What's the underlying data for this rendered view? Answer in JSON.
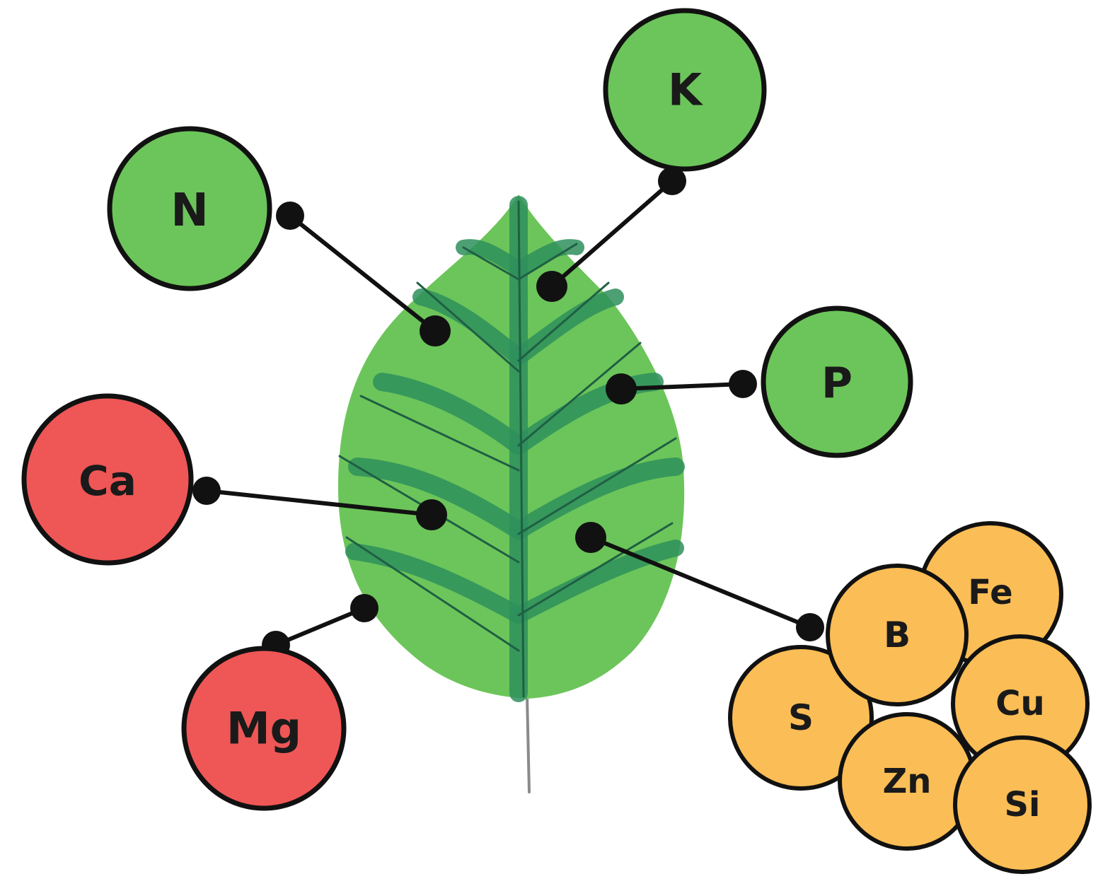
{
  "colors": {
    "macro_primary": "#6cc55a",
    "macro_secondary": "#ef5656",
    "micro": "#fbbd55",
    "outline": "#111111",
    "leaf_fill": "#6cc55a",
    "leaf_vein_light": "#2e8f5c",
    "leaf_vein_dark": "#1f5f44",
    "stem": "#8a8a8a"
  },
  "leaf": {
    "icon": "leaf-icon"
  },
  "nutrients": {
    "primary": [
      {
        "id": "n",
        "label": "N"
      },
      {
        "id": "k",
        "label": "K"
      },
      {
        "id": "p",
        "label": "P"
      }
    ],
    "secondary": [
      {
        "id": "ca",
        "label": "Ca"
      },
      {
        "id": "mg",
        "label": "Mg"
      }
    ],
    "micro": [
      {
        "id": "fe",
        "label": "Fe"
      },
      {
        "id": "b",
        "label": "B"
      },
      {
        "id": "s",
        "label": "S"
      },
      {
        "id": "cu",
        "label": "Cu"
      },
      {
        "id": "zn",
        "label": "Zn"
      },
      {
        "id": "si",
        "label": "Si"
      }
    ]
  }
}
